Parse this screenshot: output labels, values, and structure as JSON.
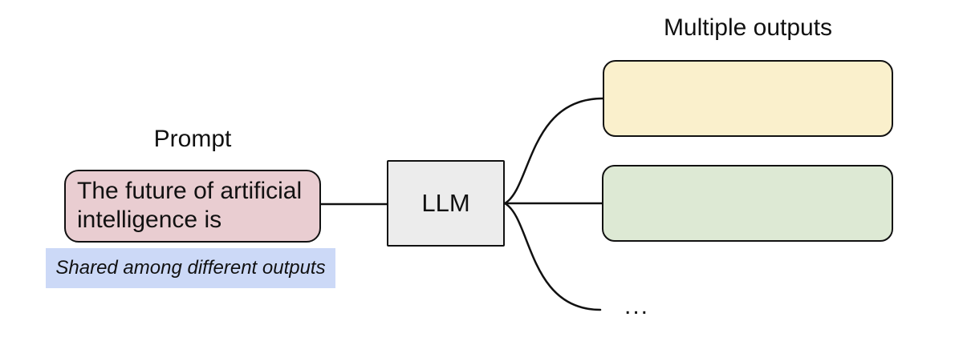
{
  "diagram": {
    "title_note": "LLM prompt fan-out diagram",
    "prompt": {
      "label": "Prompt",
      "box_text": "The future of artificial intelligence is",
      "box_color": "#e9cdd1",
      "note_text": "Shared among different outputs",
      "note_highlight_color": "#ccd9f7"
    },
    "llm": {
      "label": "LLM",
      "box_color": "#ececec"
    },
    "outputs": {
      "label": "Multiple outputs",
      "boxes": [
        {
          "name": "output-1",
          "color": "#faf0cc",
          "text": ""
        },
        {
          "name": "output-2",
          "color": "#dde9d4",
          "text": ""
        }
      ],
      "ellipsis": "…",
      "ellipsis_plain": "..."
    },
    "stroke_color": "#111111",
    "background_color": "#ffffff"
  }
}
